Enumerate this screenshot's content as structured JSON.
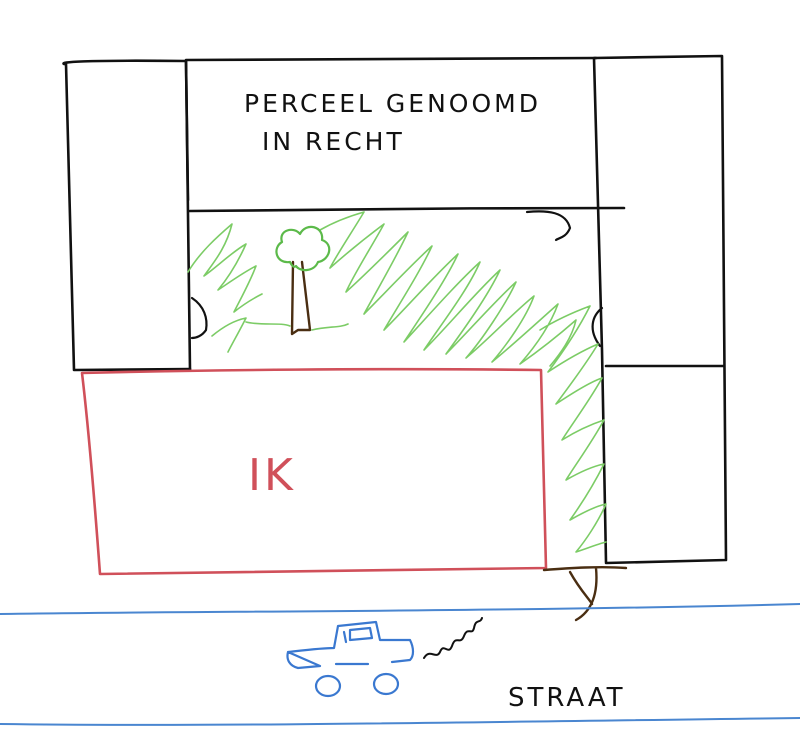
{
  "labels": {
    "parcel_line1": "PERCEEL GENOOMD",
    "parcel_line2": "IN RECHT",
    "me": "IK",
    "street": "STRAAT"
  },
  "colors": {
    "ink": "#111111",
    "me_outline": "#d0505a",
    "grass": "#7ccc66",
    "tree_trunk": "#4a2e12",
    "tree_crown": "#5cba4a",
    "fence": "#4a2e12",
    "street": "#4a86d0",
    "car": "#3a78d0"
  },
  "icons": {
    "tree": "tree-icon",
    "car": "car-icon",
    "exhaust": "exhaust-icon"
  }
}
